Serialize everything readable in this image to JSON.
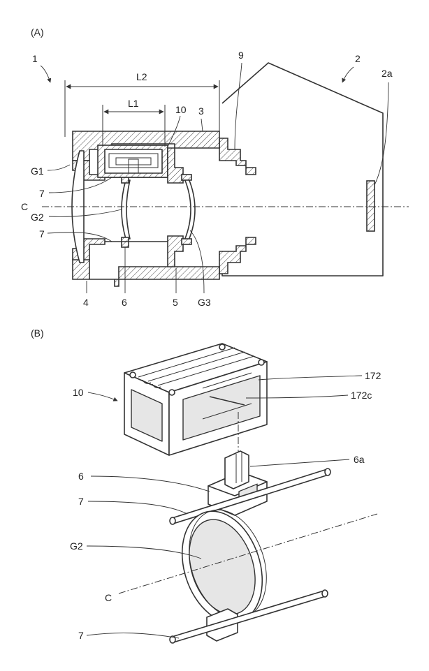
{
  "panelA": {
    "title": "(A)",
    "labels": {
      "camera_body_no": "1",
      "main_body_no": "2",
      "sensor": "2a",
      "dim_L2": "L2",
      "dim_L1": "L1",
      "part_9": "9",
      "part_10": "10",
      "part_3": "3",
      "G1": "G1",
      "G2": "G2",
      "G3": "G3",
      "axis_C": "C",
      "rod_7_top": "7",
      "rod_7_bottom": "7",
      "part_4": "4",
      "part_6": "6",
      "part_5": "5"
    }
  },
  "panelB": {
    "title": "(B)",
    "labels": {
      "unit_10": "10",
      "part_172": "172",
      "part_172c": "172c",
      "part_6a": "6a",
      "part_6": "6",
      "rod_7_top": "7",
      "G2": "G2",
      "axis_C": "C",
      "rod_7_bottom": "7"
    }
  }
}
